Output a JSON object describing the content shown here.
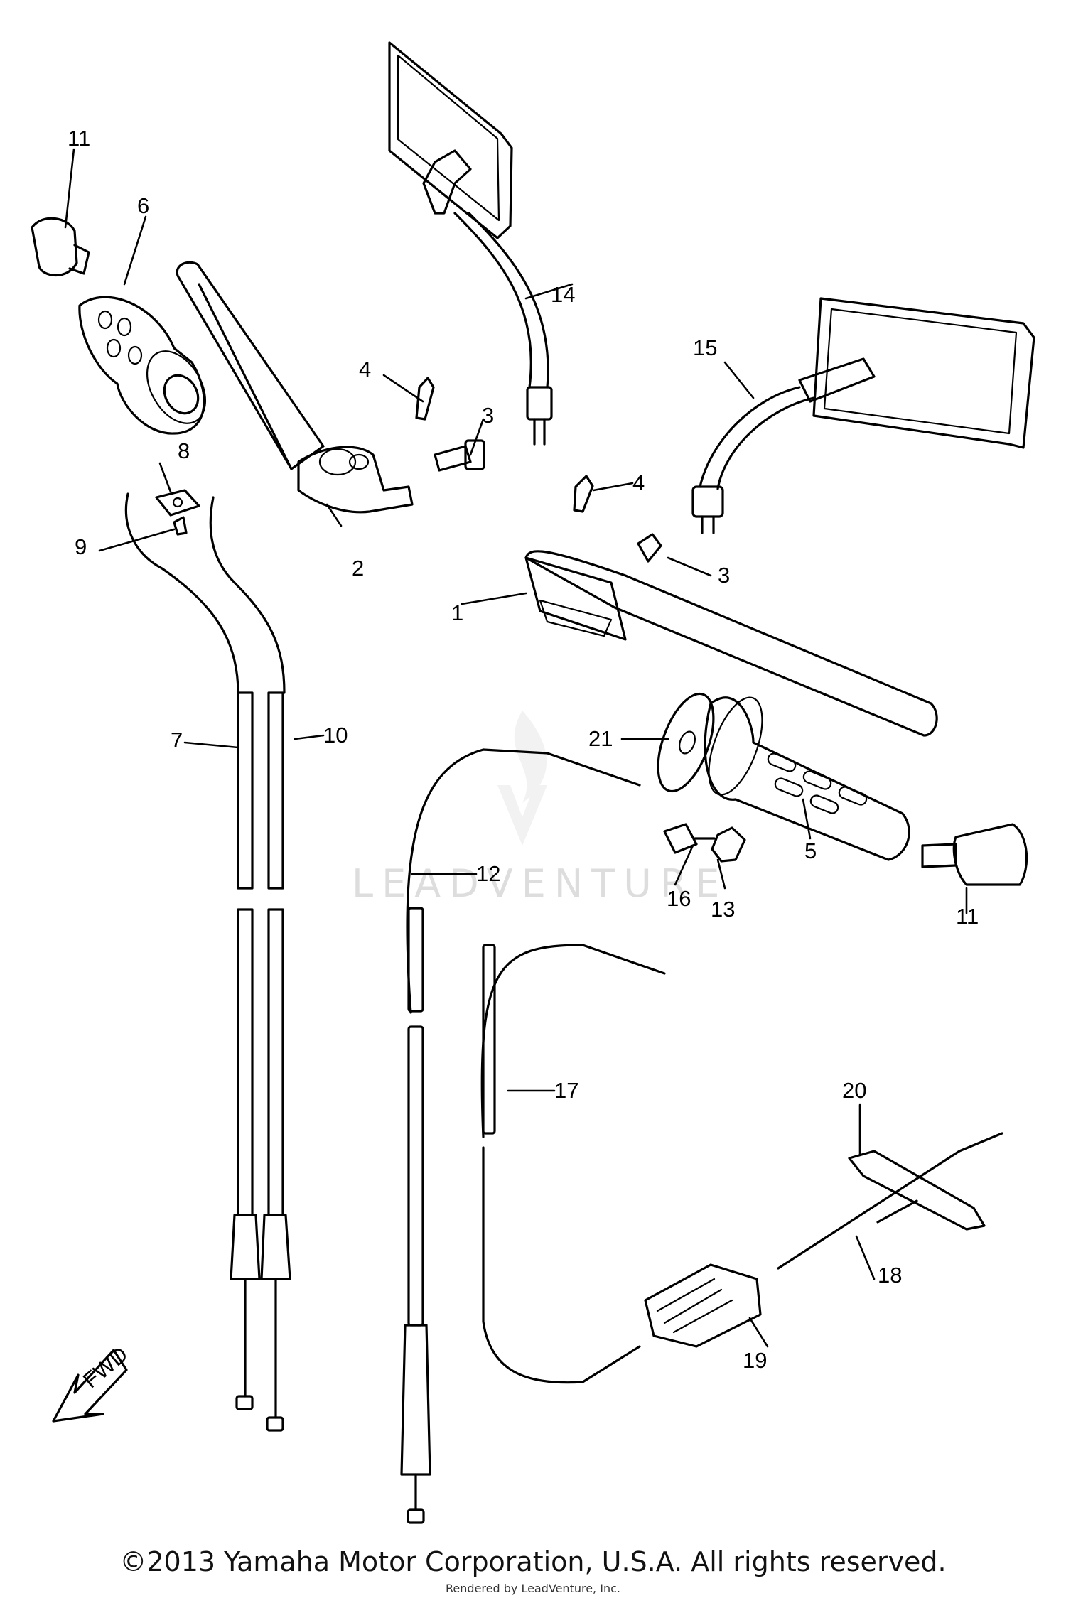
{
  "diagram": {
    "callouts": [
      "1",
      "2",
      "3",
      "3",
      "4",
      "4",
      "5",
      "6",
      "7",
      "8",
      "9",
      "10",
      "11",
      "11",
      "12",
      "13",
      "14",
      "15",
      "16",
      "17",
      "18",
      "19",
      "20",
      "21"
    ],
    "direction_marker": "FWD",
    "watermark": "LEADVENTURE"
  },
  "footer": {
    "copyright": "©2013 Yamaha Motor Corporation, U.S.A. All rights reserved.",
    "credit": "Rendered by LeadVenture, Inc."
  }
}
